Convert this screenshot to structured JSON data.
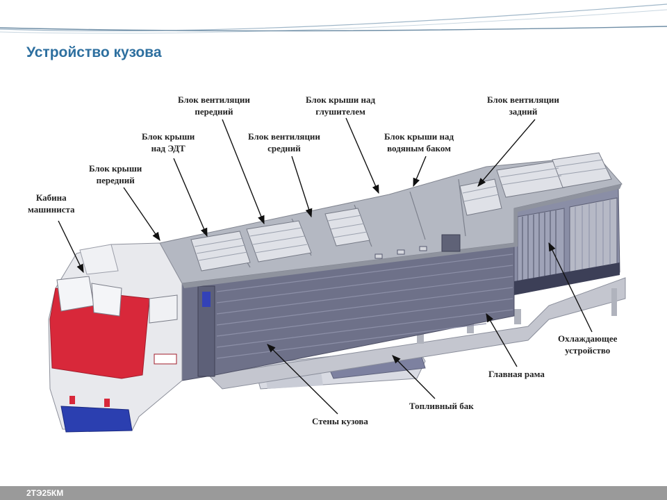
{
  "slide": {
    "title": "Устройство кузова",
    "footer": "2ТЭ25КМ"
  },
  "colors": {
    "title": "#2d6f9f",
    "body_wall": "#6e7189",
    "roof": "#a9aeb8",
    "cab_red": "#d8283a",
    "cab_blue": "#2b3fb0",
    "footer_bar": "#9a9a9a"
  },
  "labels": {
    "vent_front": [
      "Блок вентиляции",
      "передний"
    ],
    "roof_muffler": [
      "Блок крыши над",
      "глушителем"
    ],
    "vent_rear": [
      "Блок вентиляции",
      "задний"
    ],
    "roof_edt": [
      "Блок крыши",
      "над ЭДТ"
    ],
    "vent_middle": [
      "Блок вентиляции",
      "средний"
    ],
    "roof_water_tank": [
      "Блок крыши над",
      "водяным баком"
    ],
    "roof_front": [
      "Блок крыши",
      "передний"
    ],
    "cab": [
      "Кабина",
      "машиниста"
    ],
    "cooling": [
      "Охлаждающее",
      "устройство"
    ],
    "main_frame": [
      "Главная рама"
    ],
    "fuel_tank": [
      "Топливный бак"
    ],
    "body_walls": [
      "Стены кузова"
    ]
  }
}
